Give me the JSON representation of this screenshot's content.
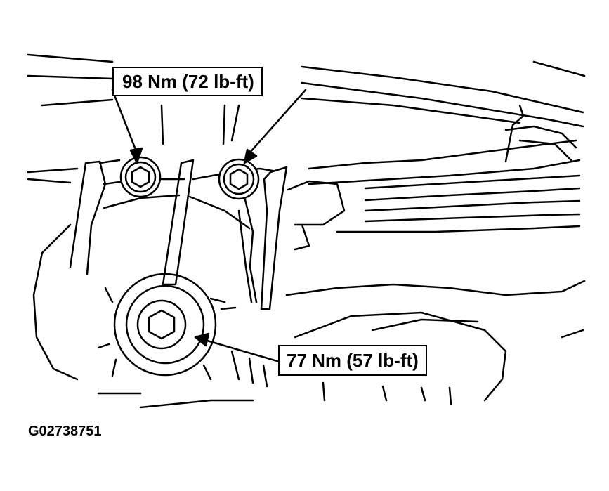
{
  "callouts": {
    "upper_bolts_torque": "98 Nm (72 lb-ft)",
    "lower_bolt_torque": "77 Nm (57 lb-ft)"
  },
  "figure_id": "G02738751",
  "colors": {
    "line": "#000000",
    "background": "#ffffff"
  }
}
